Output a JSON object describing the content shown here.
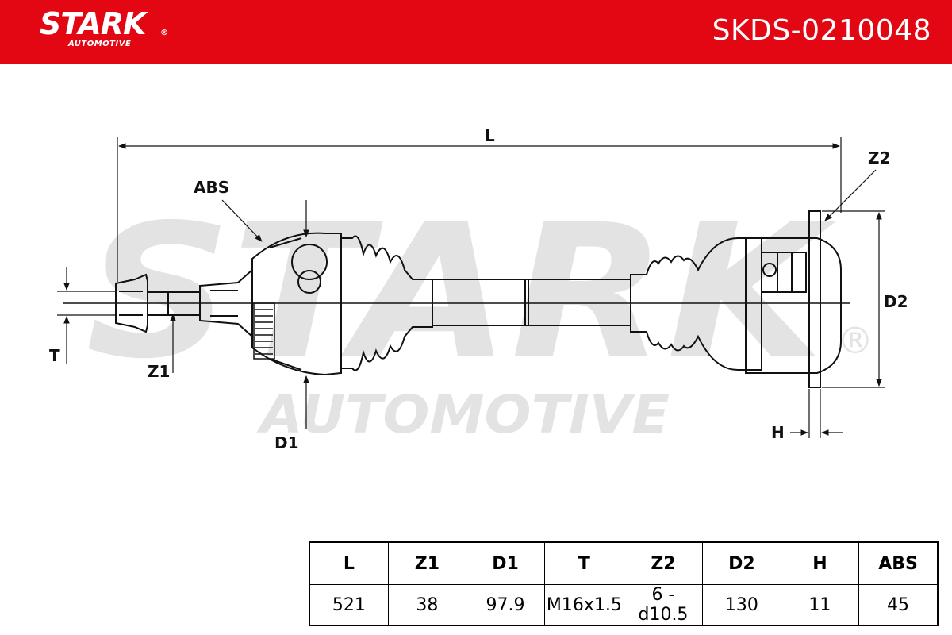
{
  "brand": {
    "name": "STARK",
    "registered": "®",
    "subtitle": "AUTOMOTIVE"
  },
  "part_number": "SKDS-0210048",
  "watermark": {
    "line1": "STARK",
    "line2": "AUTOMOTIVE",
    "registered": "®"
  },
  "dimension_labels": {
    "L": "L",
    "Z2": "Z2",
    "ABS": "ABS",
    "D2": "D2",
    "T": "T",
    "Z1": "Z1",
    "D1": "D1",
    "H": "H"
  },
  "spec_table": {
    "headers": [
      "L",
      "Z1",
      "D1",
      "T",
      "Z2",
      "D2",
      "H",
      "ABS"
    ],
    "values": [
      "521",
      "38",
      "97.9",
      "M16x1.5",
      "6 - d10.5",
      "130",
      "11",
      "45"
    ]
  },
  "colors": {
    "header_bg": "#e30613",
    "header_text": "#ffffff",
    "watermark": "#e3e3e3",
    "line": "#111111"
  }
}
